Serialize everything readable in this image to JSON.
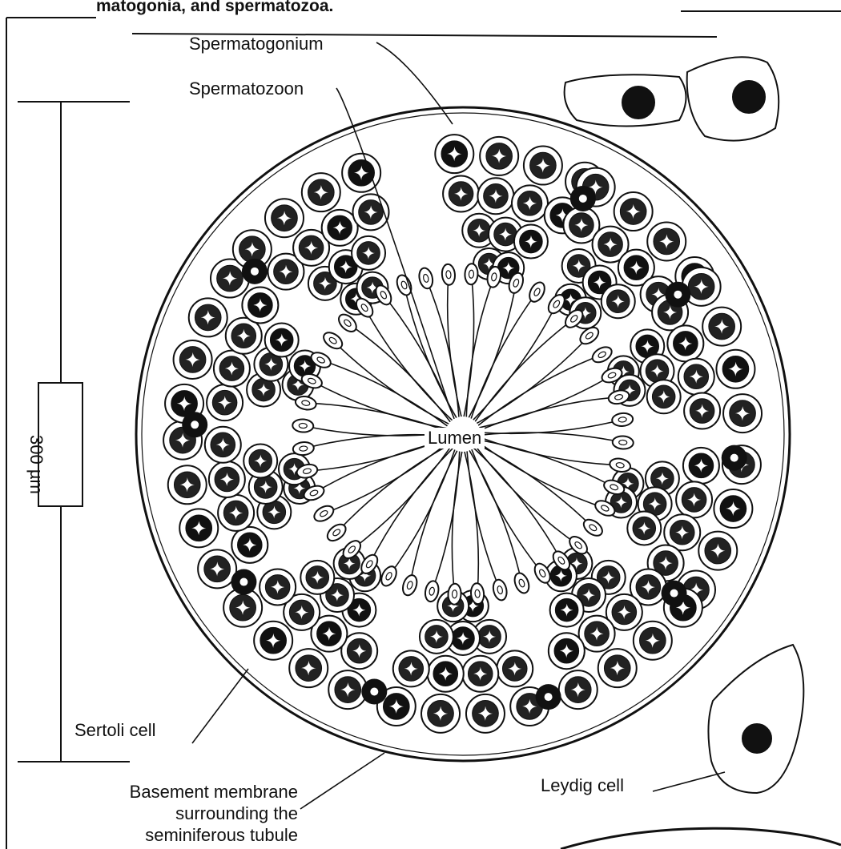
{
  "caption": "matogonia, and spermatozoa.",
  "labels": {
    "spermatogonium": "Spermatogonium",
    "spermatozoon": "Spermatozoon",
    "lumen": "Lumen",
    "sertoli": "Sertoli cell",
    "leydig": "Leydig cell",
    "basement_line1": "Basement membrane",
    "basement_line2": "surrounding the",
    "basement_line3": "seminiferous tubule"
  },
  "scale_bar": "300 µm",
  "colors": {
    "ink": "#111111",
    "paper": "#ffffff"
  }
}
